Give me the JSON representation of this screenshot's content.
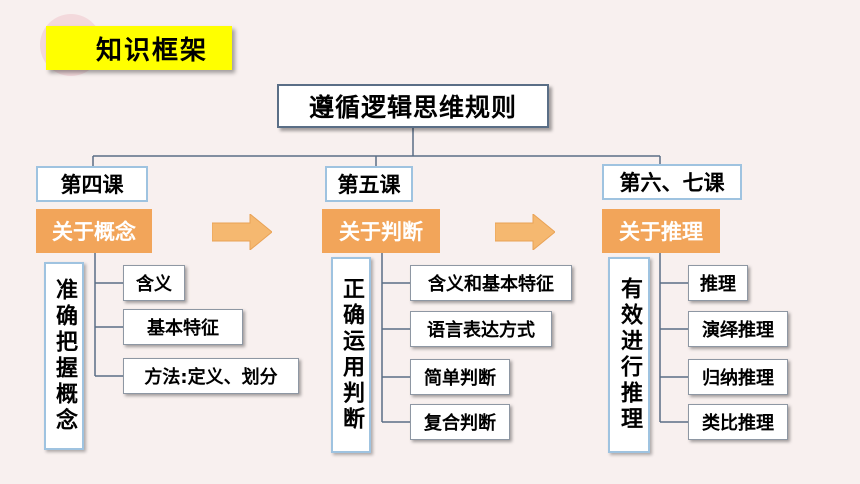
{
  "header": {
    "label": "知识框架"
  },
  "title": "遵循逻辑思维规则",
  "columns": [
    {
      "lesson": "第四课",
      "topic": "关于概念",
      "vertical": "准确把握概念",
      "items": [
        "含义",
        "基本特征",
        "方法:定义、划分"
      ]
    },
    {
      "lesson": "第五课",
      "topic": "关于判断",
      "vertical": "正确运用判断",
      "items": [
        "含义和基本特征",
        "语言表达方式",
        "简单判断",
        "复合判断"
      ]
    },
    {
      "lesson": "第六、七课",
      "topic": "关于推理",
      "vertical": "有效进行推理",
      "items": [
        "推理",
        "演绎推理",
        "归纳推理",
        "类比推理"
      ]
    }
  ],
  "colors": {
    "topic_fill": "#f2a55a",
    "arrow_fill": "#f5b870",
    "header_fill": "#ffff00",
    "border_blue": "#9fc3e0",
    "connector": "#5a6e86"
  }
}
